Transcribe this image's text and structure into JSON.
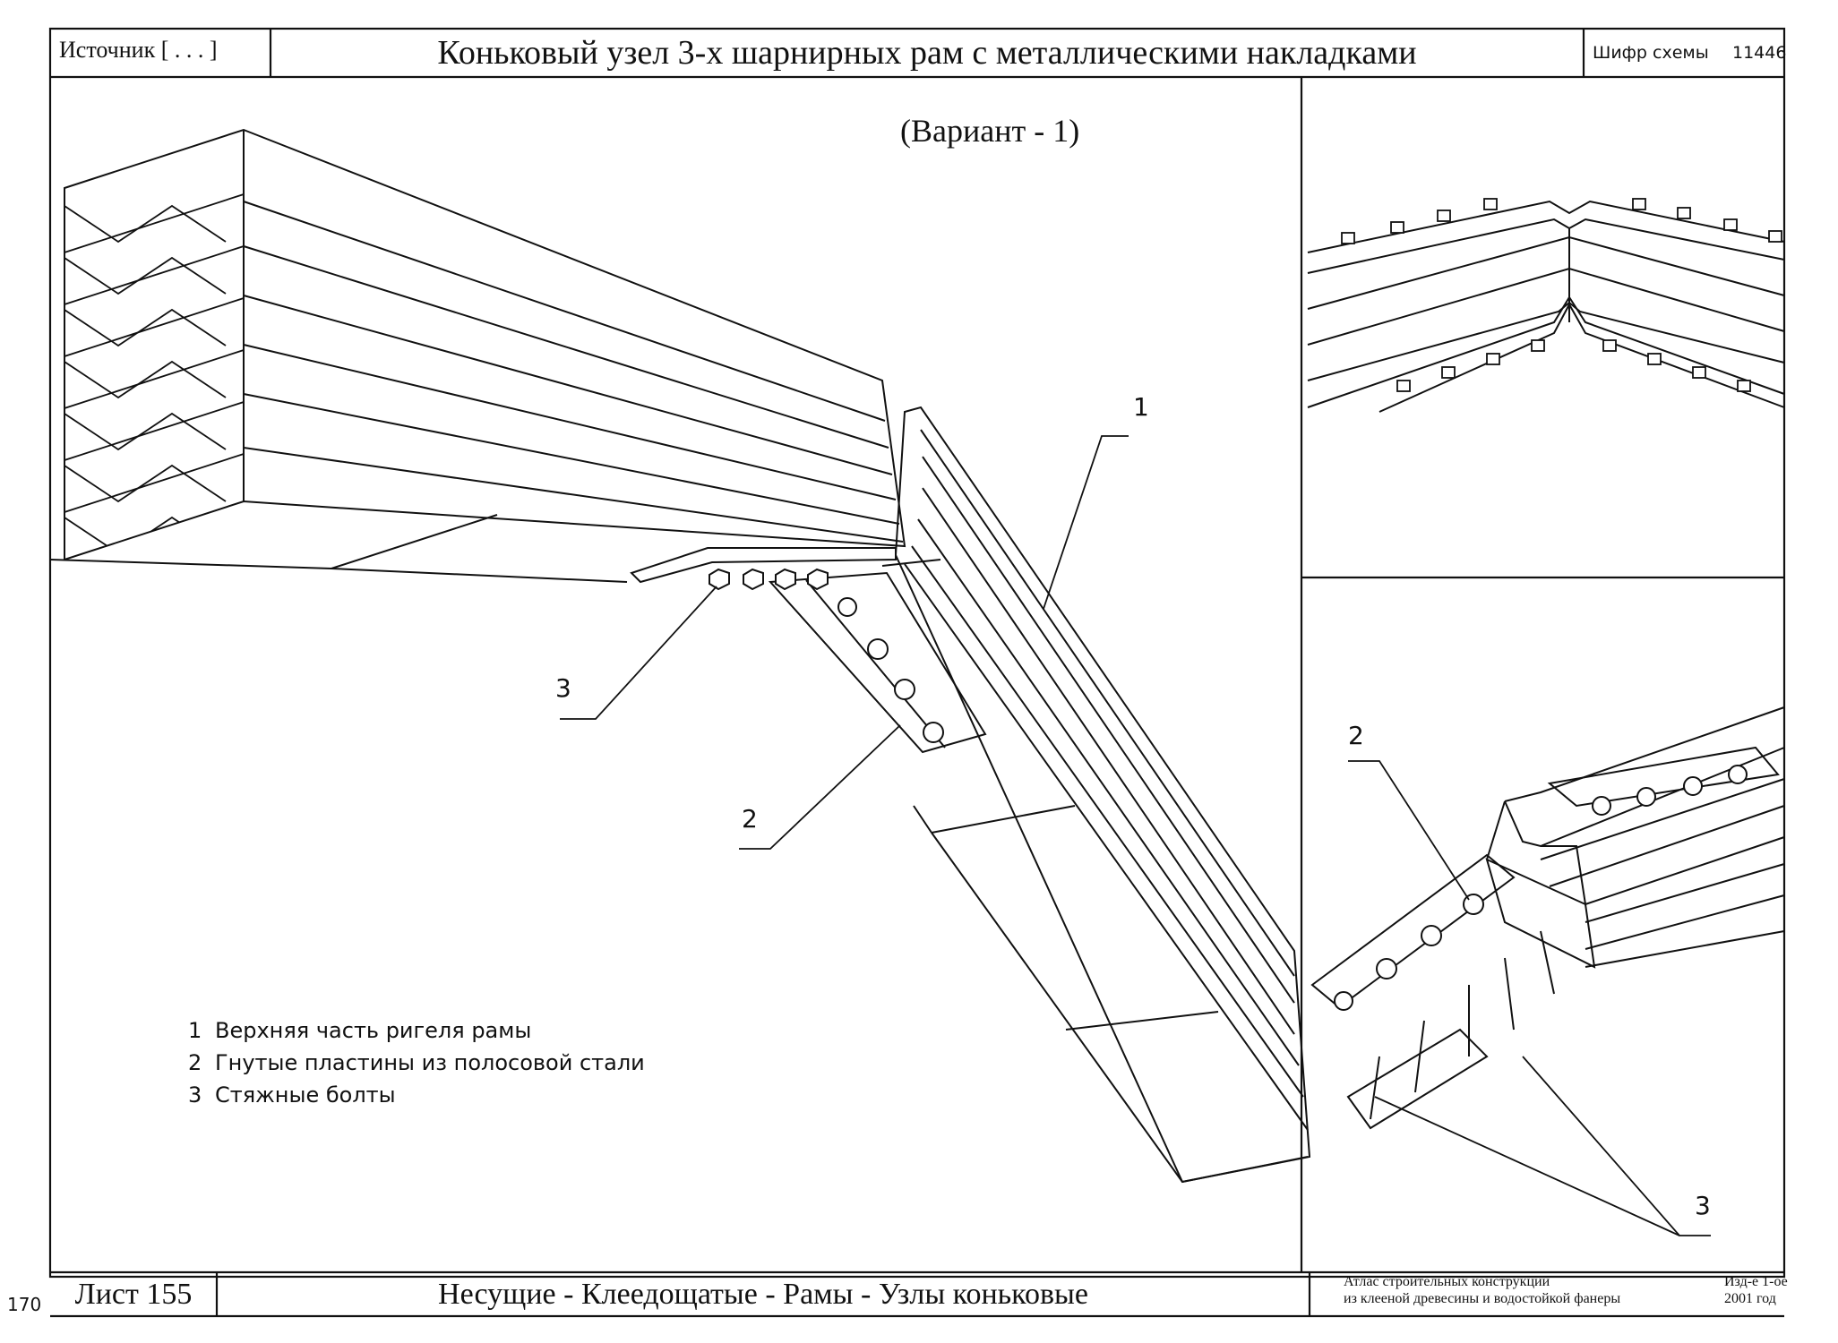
{
  "header": {
    "source_label": "Источник [ . . . ]",
    "title": "Коньковый узел 3-х шарнирных рам с металлическими накладками",
    "code_label": "Шифр схемы",
    "code_value": "11446"
  },
  "drawing": {
    "variant": "(Вариант - 1)",
    "callouts": {
      "c1": "1",
      "c2": "2",
      "c3": "3",
      "detail_c2": "2",
      "detail_c3": "3"
    },
    "legend": [
      {
        "num": "1",
        "text": "Верхняя часть ригеля рамы"
      },
      {
        "num": "2",
        "text": "Гнутые пластины из полосовой стали"
      },
      {
        "num": "3",
        "text": "Стяжные болты"
      }
    ]
  },
  "footer": {
    "page_number": "170",
    "sheet_label": "Лист 155",
    "category": "Несущие - Клеедощатые - Рамы - Узлы коньковые",
    "atlas_line1": "Атлас строительных конструкций",
    "atlas_line2": "из клееной древесины и водостойкой фанеры",
    "edition": "Изд-е 1-ое",
    "year": "2001 год"
  }
}
